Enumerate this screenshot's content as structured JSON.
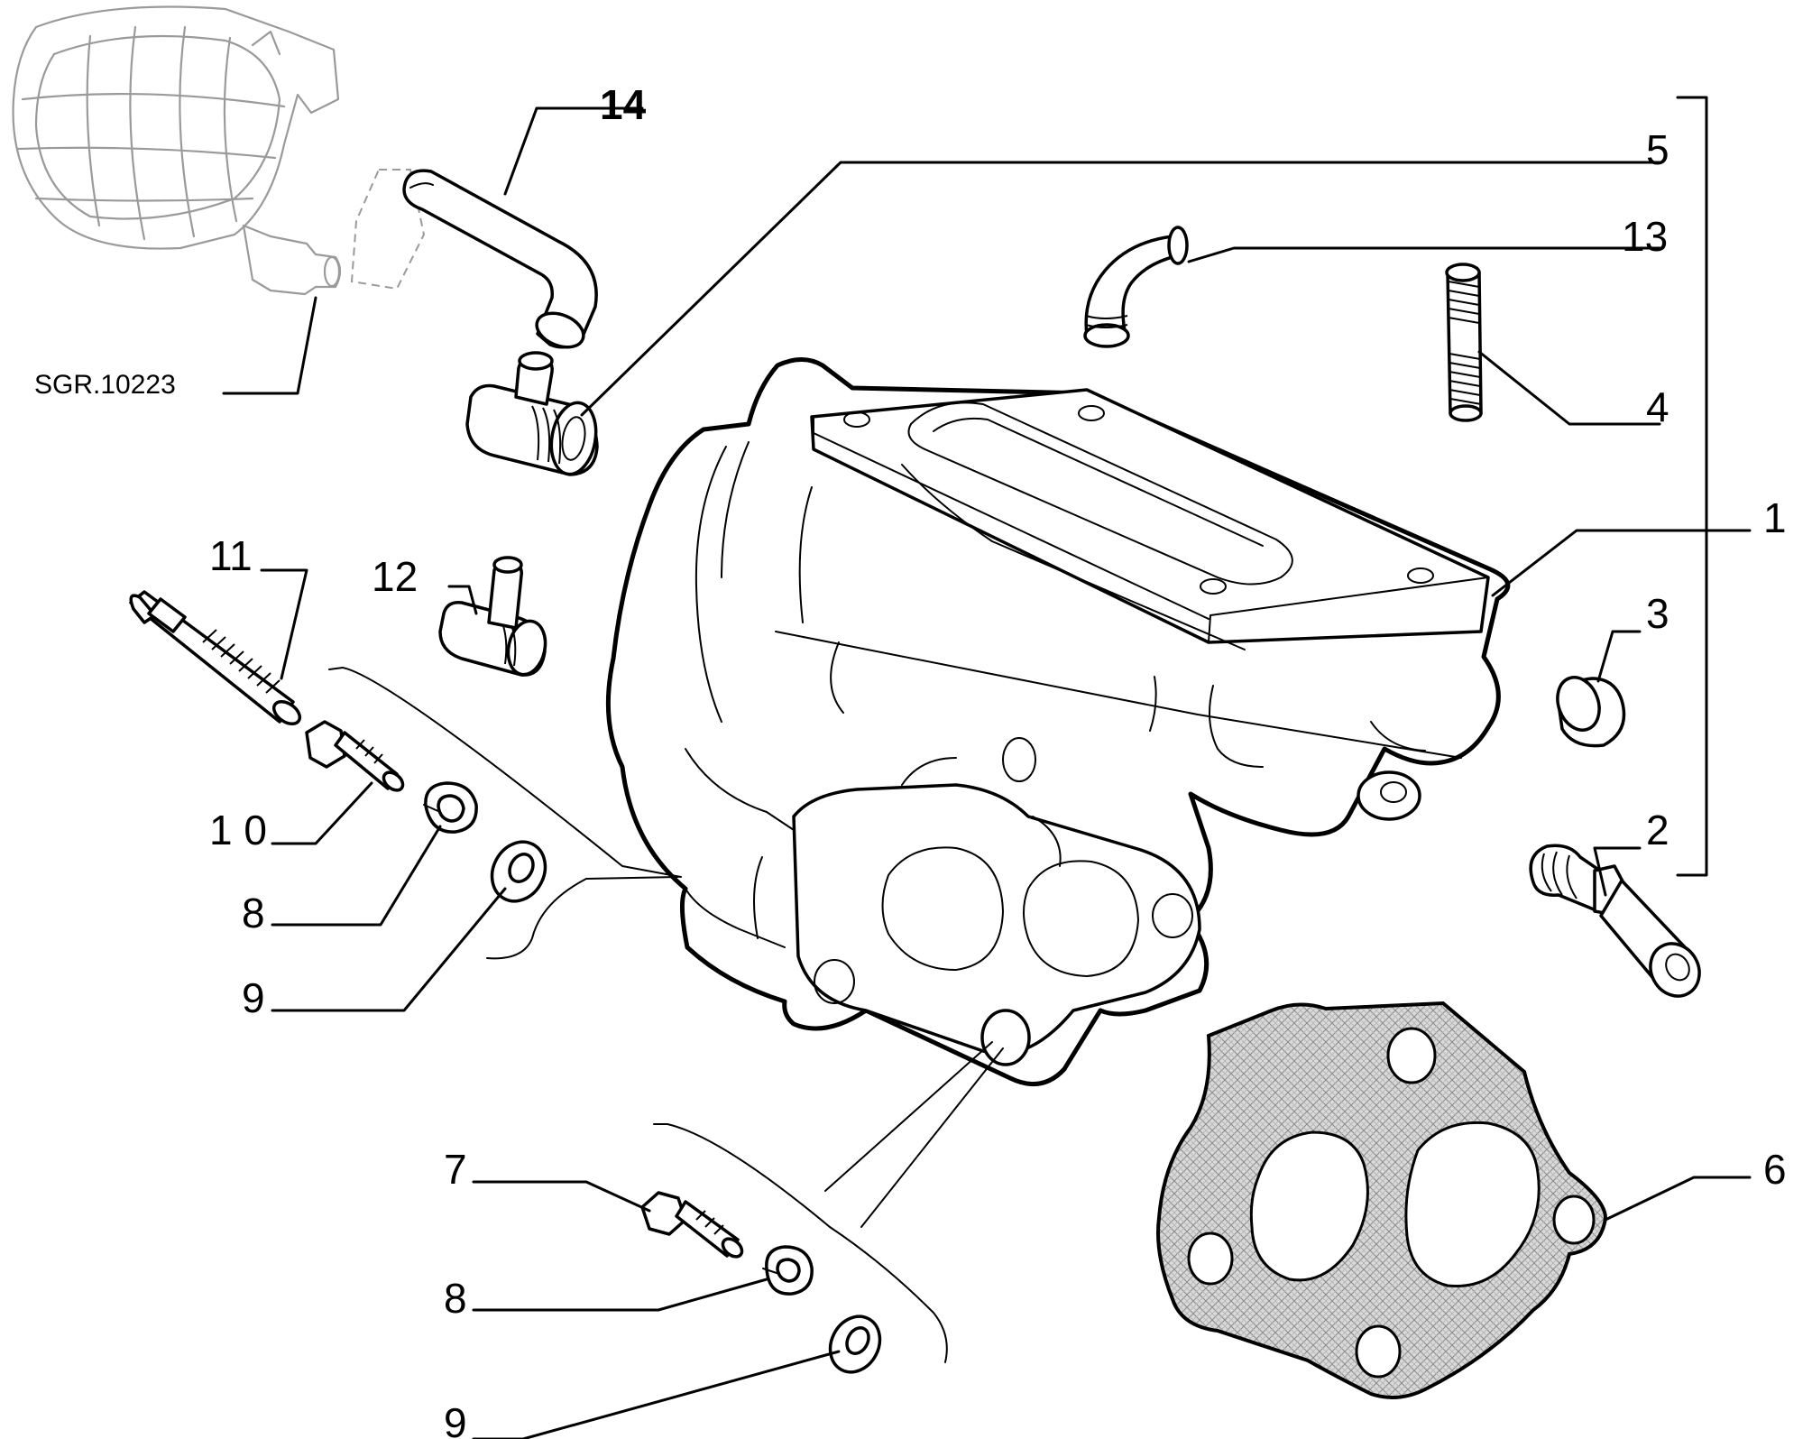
{
  "labels": {
    "l14": "14",
    "l5": "5",
    "l13": "13",
    "l4": "4",
    "l1": "1",
    "l3": "3",
    "l2": "2",
    "l6": "6",
    "l11": "11",
    "l12": "12",
    "l10": "1 0",
    "l8a": "8",
    "l9a": "9",
    "l7": "7",
    "l8b": "8",
    "l9b": "9"
  },
  "reference": "SGR.10223"
}
